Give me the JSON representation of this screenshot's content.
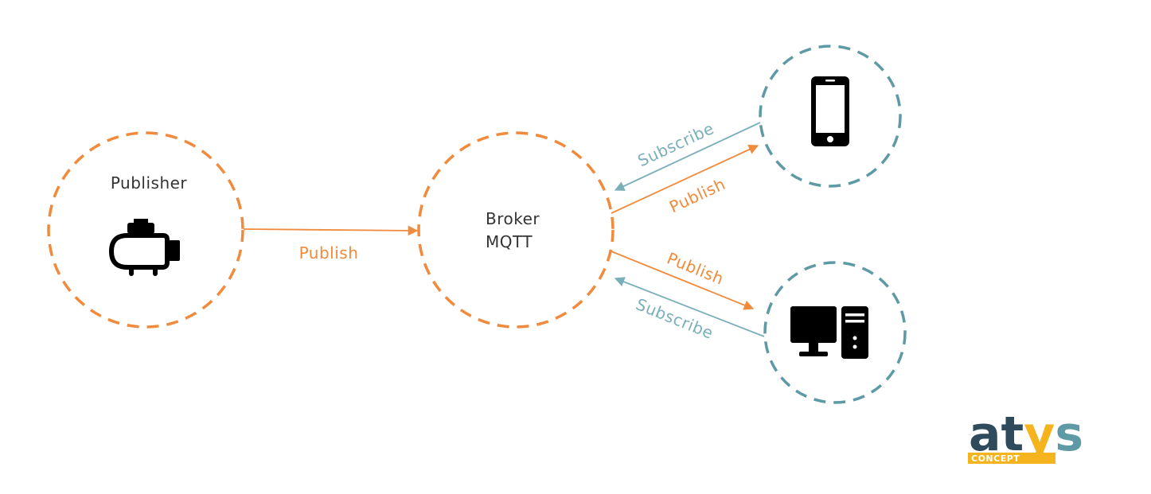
{
  "colors": {
    "publish": "#f08a3c",
    "subscribe": "#7aafba",
    "circle_orange": "#f08a3c",
    "circle_teal": "#5e9aa6",
    "text_dark": "#333333",
    "icon": "#000000",
    "logo_dark": "#2f4a5a",
    "logo_yellow": "#f5b41e",
    "logo_teal": "#5e9aa6"
  },
  "nodes": {
    "publisher": {
      "label": "Publisher",
      "icon": "motor-icon"
    },
    "broker": {
      "line1": "Broker",
      "line2": "MQTT"
    },
    "phone": {
      "icon": "smartphone-icon"
    },
    "computer": {
      "icon": "desktop-computer-icon"
    }
  },
  "edges": {
    "publisher_to_broker": {
      "label": "Publish"
    },
    "phone_subscribe": {
      "label": "Subscribe"
    },
    "broker_publish_phone": {
      "label": "Publish"
    },
    "broker_publish_computer": {
      "label": "Publish"
    },
    "computer_subscribe": {
      "label": "Subscribe"
    }
  },
  "logo": {
    "main": "atys",
    "sub": "CONCEPT"
  }
}
